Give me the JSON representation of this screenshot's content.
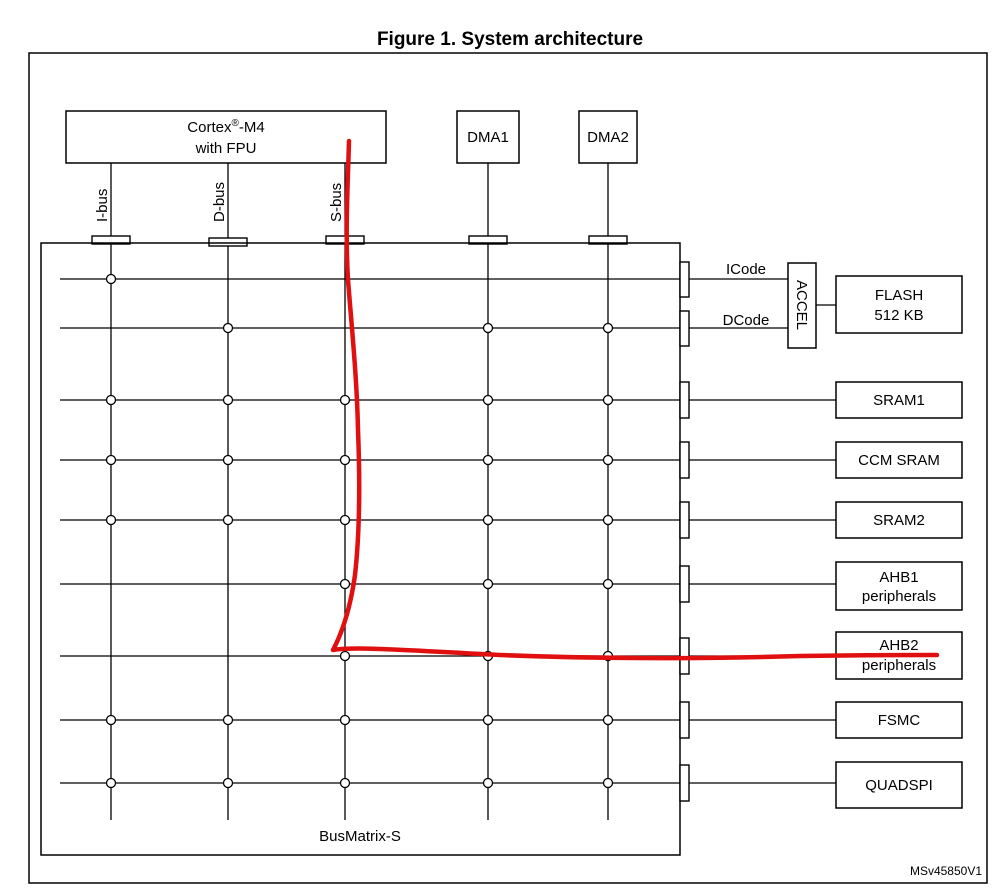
{
  "figure": {
    "title": "Figure 1. System architecture",
    "reference": "MSv45850V1"
  },
  "masters": {
    "cpu": {
      "line1": "Cortex",
      "sup": "®",
      "line1_suffix": "-M4",
      "line2": "with FPU"
    },
    "dma1": "DMA1",
    "dma2": "DMA2",
    "buses": [
      "I-bus",
      "D-bus",
      "S-bus"
    ]
  },
  "matrix": {
    "label": "BusMatrix-S"
  },
  "accelerator": {
    "label": "ACCEL",
    "icode": "ICode",
    "dcode": "DCode"
  },
  "slaves": {
    "flash": {
      "line1": "FLASH",
      "line2": "512 KB"
    },
    "sram1": "SRAM1",
    "ccm_sram": "CCM SRAM",
    "sram2": "SRAM2",
    "ahb1": {
      "line1": "AHB1",
      "line2": "peripherals"
    },
    "ahb2": {
      "line1": "AHB2",
      "line2": "peripherals"
    },
    "fsmc": "FSMC",
    "quadspi": "QUADSPI"
  },
  "connections": [
    {
      "slave": "ICode",
      "masters": [
        "I-bus"
      ]
    },
    {
      "slave": "DCode",
      "masters": [
        "D-bus",
        "DMA1",
        "DMA2"
      ]
    },
    {
      "slave": "SRAM1",
      "masters": [
        "I-bus",
        "D-bus",
        "S-bus",
        "DMA1",
        "DMA2"
      ]
    },
    {
      "slave": "CCM SRAM",
      "masters": [
        "I-bus",
        "D-bus",
        "S-bus",
        "DMA1",
        "DMA2"
      ]
    },
    {
      "slave": "SRAM2",
      "masters": [
        "I-bus",
        "D-bus",
        "S-bus",
        "DMA1",
        "DMA2"
      ]
    },
    {
      "slave": "AHB1 peripherals",
      "masters": [
        "S-bus",
        "DMA1",
        "DMA2"
      ]
    },
    {
      "slave": "AHB2 peripherals",
      "masters": [
        "S-bus",
        "DMA1",
        "DMA2"
      ]
    },
    {
      "slave": "FSMC",
      "masters": [
        "I-bus",
        "D-bus",
        "S-bus",
        "DMA1",
        "DMA2"
      ]
    },
    {
      "slave": "QUADSPI",
      "masters": [
        "I-bus",
        "D-bus",
        "S-bus",
        "DMA1",
        "DMA2"
      ]
    }
  ],
  "annotation": {
    "color": "#e01010"
  }
}
